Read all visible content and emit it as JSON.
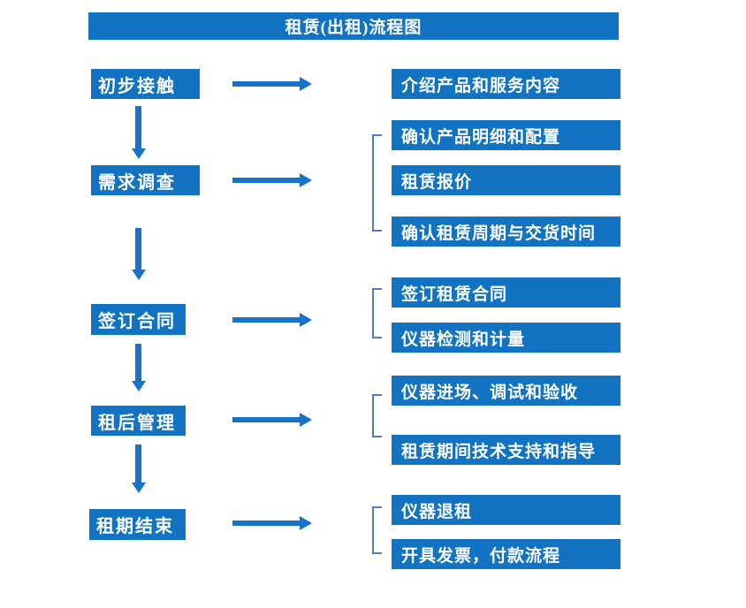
{
  "title": "租赁(出租)流程图",
  "colors": {
    "box_fill": "#1273C2",
    "arrow": "#1573CB",
    "bracket": "#4F7FBE",
    "box_text": "#FFFFFF",
    "background": "#FFFFFF"
  },
  "steps": [
    {
      "label": "初步接触",
      "details": [
        "介绍产品和服务内容"
      ]
    },
    {
      "label": "需求调查",
      "details": [
        "确认产品明细和配置",
        "租赁报价",
        "确认租赁周期与交货时间"
      ]
    },
    {
      "label": "签订合同",
      "details": [
        "签订租赁合同",
        "仪器检测和计量"
      ]
    },
    {
      "label": "租后管理",
      "details": [
        "仪器进场、调试和验收",
        "租赁期间技术支持和指导"
      ]
    },
    {
      "label": "租期结束",
      "details": [
        "仪器退租",
        "开具发票，付款流程"
      ]
    }
  ]
}
